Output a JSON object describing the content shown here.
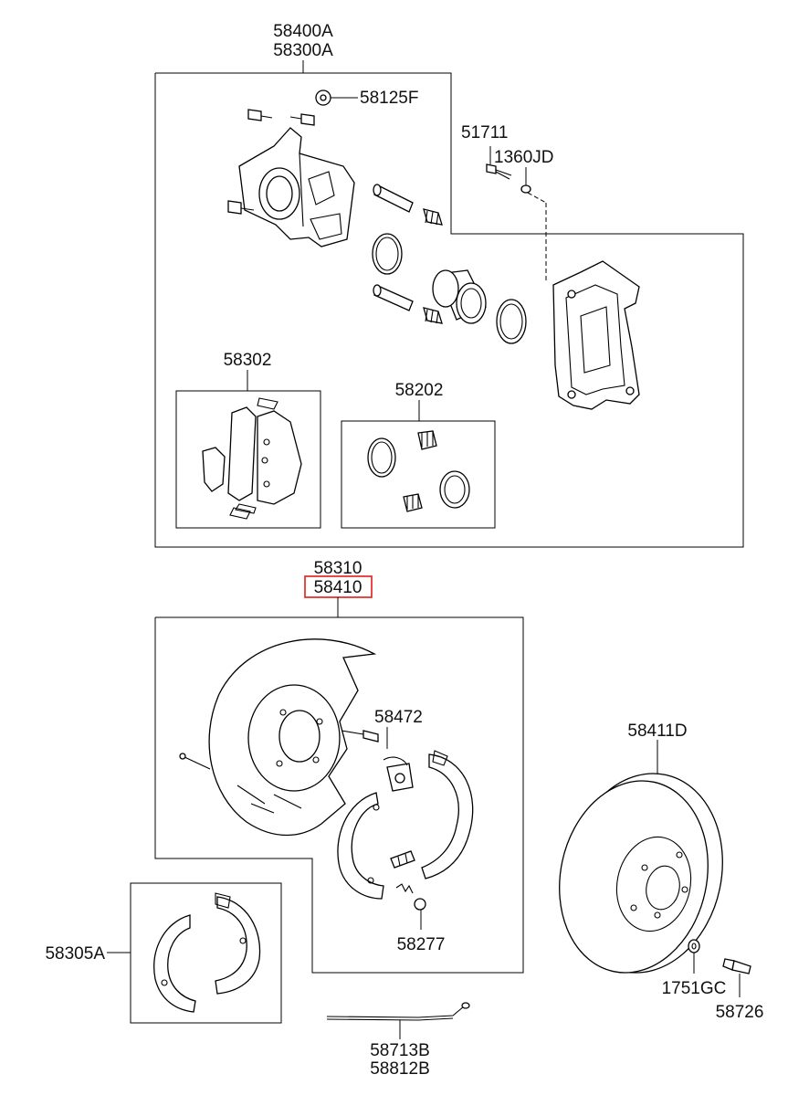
{
  "diagram": {
    "labels": {
      "caliper_assy_a": "58400A",
      "caliper_assy_b": "58300A",
      "bolt_58125f": "58125F",
      "bolt_51711": "51711",
      "washer_1360jd": "1360JD",
      "pad_kit": "58302",
      "seal_kit": "58202",
      "backplate_a": "58310",
      "backplate_b": "58410",
      "adjuster": "58472",
      "disc": "58411D",
      "shoe_kit": "58305A",
      "spring_58277": "58277",
      "cable_a": "58713B",
      "cable_b": "58812B",
      "washer_1751gc": "1751GC",
      "bolt_58726": "58726"
    },
    "highlight_color": "#e21b1b"
  }
}
